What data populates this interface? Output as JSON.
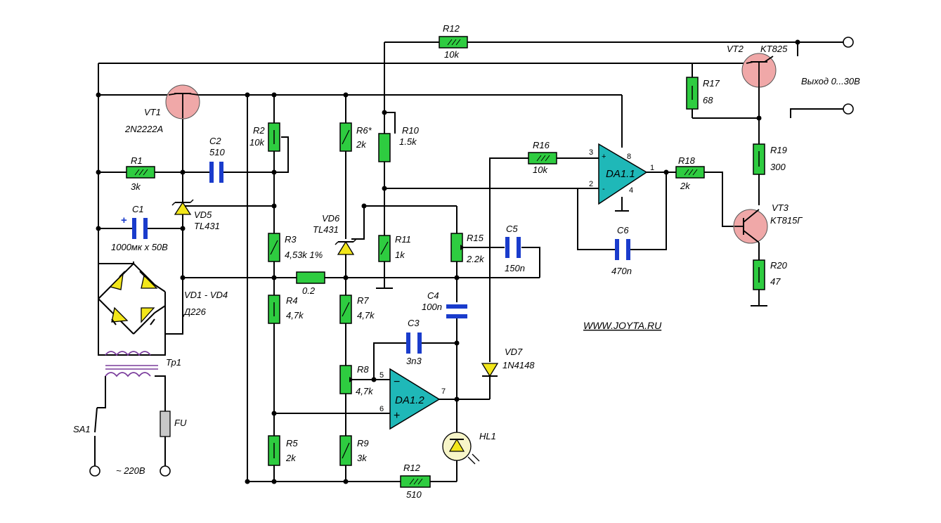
{
  "labels": {
    "r12_top": "R12",
    "r12_top_val": "10k",
    "vt2": "VT2",
    "vt2_type": "KT825",
    "r17": "R17",
    "r17_val": "68",
    "output": "Выход 0...30В",
    "vt1": "VT1",
    "vt1_type": "2N2222A",
    "r2": "R2",
    "r2_val": "10k",
    "r6": "R6*",
    "r6_val": "2k",
    "r10": "R10",
    "r10_val": "1.5k",
    "c2": "C2",
    "c2_val": "510",
    "r1": "R1",
    "r1_val": "3k",
    "r16": "R16",
    "r16_val": "10k",
    "da11": "DA1.1",
    "r18": "R18",
    "r18_val": "2k",
    "r19": "R19",
    "r19_val": "300",
    "c1": "C1",
    "c1_val": "1000мк х 50В",
    "vd5": "VD5",
    "vd5_type": "TL431",
    "vd6": "VD6",
    "vd6_type": "TL431",
    "vt3": "VT3",
    "vt3_type": "KT815Г",
    "r3": "R3",
    "r3_val": "4,53k 1%",
    "r11": "R11",
    "r11_val": "1k",
    "r15": "R15",
    "r15_val": "2.2k",
    "c5": "C5",
    "c5_val": "150n",
    "c6": "C6",
    "c6_val": "470n",
    "r20": "R20",
    "r20_val": "47",
    "shunt_val": "0.2",
    "vd1_4": "VD1 - VD4",
    "vd1_4_type": "Д226",
    "r4": "R4",
    "r4_val": "4,7k",
    "r7": "R7",
    "r7_val": "4,7k",
    "c4": "C4",
    "c4_val": "100n",
    "c3": "C3",
    "c3_val": "3n3",
    "url": "WWW.JOYTA.RU",
    "tr1": "Тр1",
    "vd7": "VD7",
    "vd7_type": "1N4148",
    "r8": "R8",
    "r8_val": "4,7k",
    "da12": "DA1.2",
    "sa1": "SA1",
    "fu": "FU",
    "r5": "R5",
    "r5_val": "2k",
    "r9": "R9",
    "r9_val": "3k",
    "hl1": "HL1",
    "mains": "~ 220В",
    "r12_bot": "R12",
    "r12_bot_val": "510"
  },
  "pins": {
    "p3": "3",
    "p8": "8",
    "p1": "1",
    "p2": "2",
    "p4": "4",
    "p5": "5",
    "p6": "6",
    "p7": "7",
    "plus1": "+",
    "minus1": "-",
    "minus2": "−",
    "plus2": "+",
    "c1plus": "+"
  },
  "colors": {
    "resistor": "#2ecc40",
    "capacitor": "#1a3ccc",
    "diode": "#f2e61a",
    "opamp": "#1fb8b8",
    "transistor": "#f0a8a8",
    "transformer": "#7a3c9c"
  }
}
